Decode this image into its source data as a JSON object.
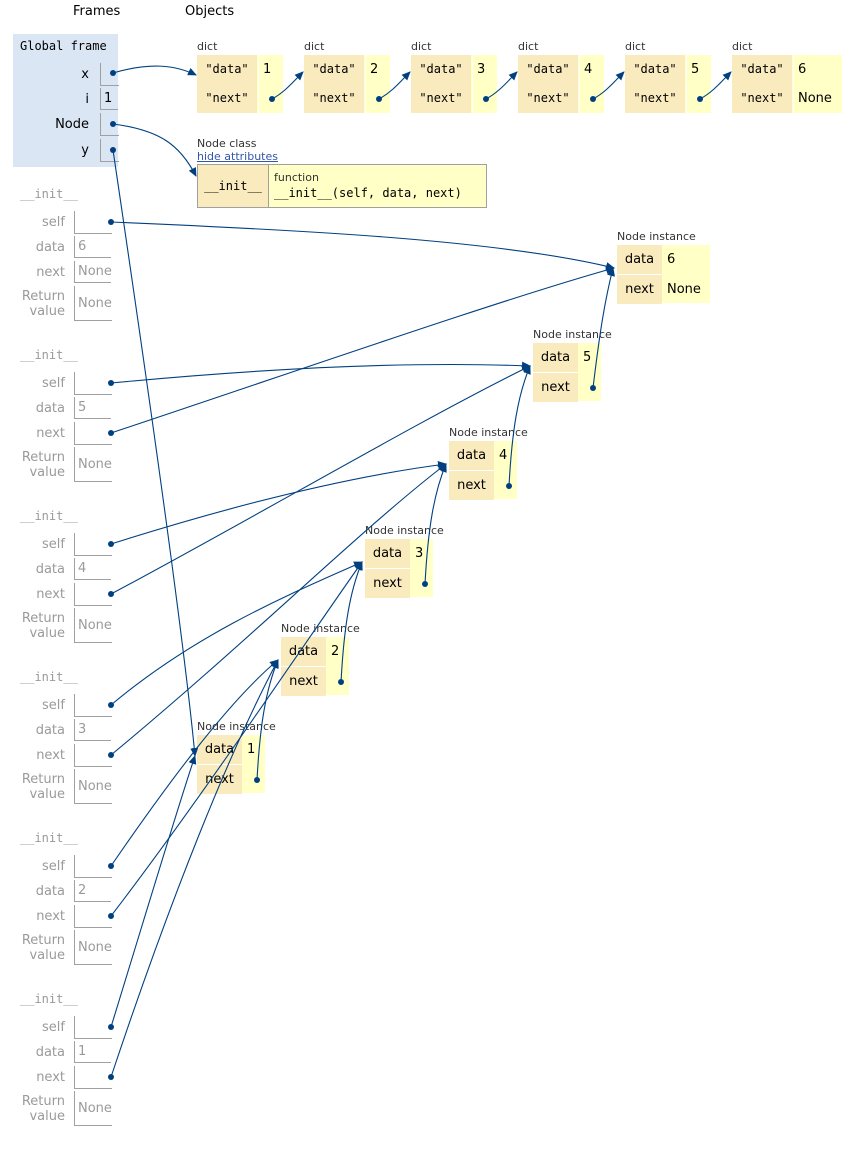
{
  "headers": {
    "frames": "Frames",
    "objects": "Objects"
  },
  "global_frame": {
    "title": "Global frame",
    "vars": [
      {
        "name": "x",
        "value": ""
      },
      {
        "name": "i",
        "value": "1"
      },
      {
        "name": "Node",
        "value": ""
      },
      {
        "name": "y",
        "value": ""
      }
    ]
  },
  "stack_frames": [
    {
      "title": "__init__",
      "self": "",
      "data": "6",
      "next": "None",
      "return_label": "Return value",
      "return_value": "None"
    },
    {
      "title": "__init__",
      "self": "",
      "data": "5",
      "next": "",
      "return_label": "Return value",
      "return_value": "None"
    },
    {
      "title": "__init__",
      "self": "",
      "data": "4",
      "next": "",
      "return_label": "Return value",
      "return_value": "None"
    },
    {
      "title": "__init__",
      "self": "",
      "data": "3",
      "next": "",
      "return_label": "Return value",
      "return_value": "None"
    },
    {
      "title": "__init__",
      "self": "",
      "data": "2",
      "next": "",
      "return_label": "Return value",
      "return_value": "None"
    },
    {
      "title": "__init__",
      "self": "",
      "data": "1",
      "next": "",
      "return_label": "Return value",
      "return_value": "None"
    }
  ],
  "frame_labels": {
    "self": "self",
    "data": "data",
    "next": "next"
  },
  "dicts": [
    {
      "label": "dict",
      "data_key": "\"data\"",
      "data_val": "1",
      "next_key": "\"next\"",
      "next_val": ""
    },
    {
      "label": "dict",
      "data_key": "\"data\"",
      "data_val": "2",
      "next_key": "\"next\"",
      "next_val": ""
    },
    {
      "label": "dict",
      "data_key": "\"data\"",
      "data_val": "3",
      "next_key": "\"next\"",
      "next_val": ""
    },
    {
      "label": "dict",
      "data_key": "\"data\"",
      "data_val": "4",
      "next_key": "\"next\"",
      "next_val": ""
    },
    {
      "label": "dict",
      "data_key": "\"data\"",
      "data_val": "5",
      "next_key": "\"next\"",
      "next_val": ""
    },
    {
      "label": "dict",
      "data_key": "\"data\"",
      "data_val": "6",
      "next_key": "\"next\"",
      "next_val": "None"
    }
  ],
  "node_class": {
    "label": "Node class",
    "hide_link": "hide attributes",
    "method_name": "__init__",
    "function_label": "function",
    "signature": "__init__(self, data, next)"
  },
  "instances": [
    {
      "label": "Node instance",
      "data_key": "data",
      "data_val": "6",
      "next_key": "next",
      "next_val": "None"
    },
    {
      "label": "Node instance",
      "data_key": "data",
      "data_val": "5",
      "next_key": "next",
      "next_val": ""
    },
    {
      "label": "Node instance",
      "data_key": "data",
      "data_val": "4",
      "next_key": "next",
      "next_val": ""
    },
    {
      "label": "Node instance",
      "data_key": "data",
      "data_val": "3",
      "next_key": "next",
      "next_val": ""
    },
    {
      "label": "Node instance",
      "data_key": "data",
      "data_val": "2",
      "next_key": "next",
      "next_val": ""
    },
    {
      "label": "Node instance",
      "data_key": "data",
      "data_val": "1",
      "next_key": "next",
      "next_val": ""
    }
  ],
  "colors": {
    "pointer": "#004080",
    "global_bg": "#dbe6f4",
    "key_bg": "#faebbf",
    "value_bg": "#ffffc6"
  }
}
